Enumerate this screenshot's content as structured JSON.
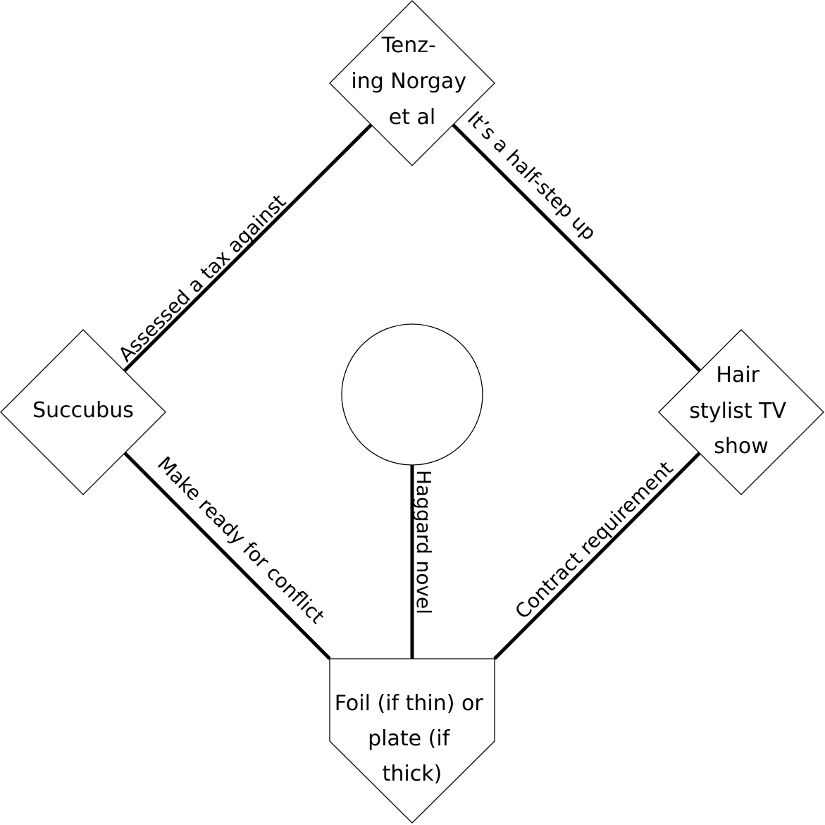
{
  "diagram": {
    "type": "baseball-diamond-crossword",
    "nodes": {
      "top": {
        "lines": [
          "Tenz-",
          "ing Norgay",
          "et al"
        ]
      },
      "left": {
        "lines": [
          "Succubus"
        ]
      },
      "right": {
        "lines": [
          "Hair",
          "stylist TV",
          "show"
        ]
      },
      "home": {
        "lines": [
          "Foil (if thin) or",
          "plate (if",
          "thick)"
        ]
      },
      "center": {
        "lines": []
      }
    },
    "edges": {
      "left_top": {
        "from": "left",
        "to": "top",
        "label": "Assessed a tax against"
      },
      "top_right": {
        "from": "top",
        "to": "right",
        "label": "It’s a half-step up"
      },
      "left_home": {
        "from": "left",
        "to": "home",
        "label": "Make ready for conflict"
      },
      "right_home": {
        "from": "right",
        "to": "home",
        "label": "Contract requirement"
      },
      "center_home": {
        "from": "center",
        "to": "home",
        "label": "Haggard novel"
      }
    },
    "colors": {
      "stroke": "#000000",
      "fill": "#ffffff",
      "text": "#000000"
    }
  }
}
